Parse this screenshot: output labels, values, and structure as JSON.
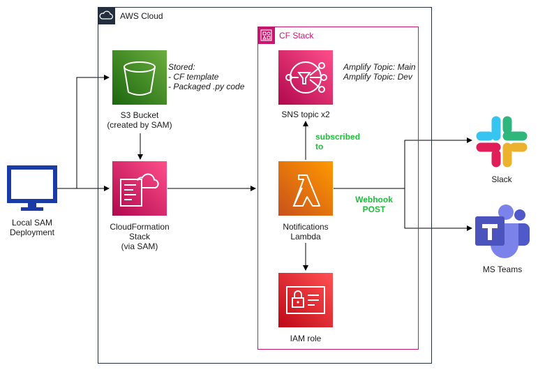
{
  "aws_cloud": {
    "title": "AWS Cloud"
  },
  "cf_stack": {
    "title": "CF Stack"
  },
  "local": {
    "label_line1": "Local SAM",
    "label_line2": "Deployment"
  },
  "s3": {
    "label_line1": "S3 Bucket",
    "label_line2": "(created by SAM)",
    "note_title": "Stored:",
    "note_line1": "- CF template",
    "note_line2": "- Packaged .py code"
  },
  "cloudformation": {
    "label_line1": "CloudFormation",
    "label_line2": "Stack",
    "label_line3": "(via SAM)"
  },
  "sns": {
    "label": "SNS topic x2",
    "note_line1": "Amplify Topic: Main",
    "note_line2": "Amplify Topic: Dev"
  },
  "lambda": {
    "label_line1": "Notifications",
    "label_line2": "Lambda"
  },
  "iam": {
    "label": "IAM role"
  },
  "edges": {
    "subscribed_line1": "subscribed",
    "subscribed_line2": "to",
    "webhook_line1": "Webhook",
    "webhook_line2": "POST"
  },
  "slack": {
    "label": "Slack"
  },
  "teams": {
    "label": "MS Teams"
  },
  "colors": {
    "s3": "#3f8624",
    "cloudformation": "#e7157b",
    "sns": "#e7157b",
    "lambda": "#ed7100",
    "iam": "#dd344c",
    "monitor": "#1a3aa6",
    "cf_border": "#c7166f",
    "green_text": "#1dbf3a"
  },
  "icons": {
    "aws_cloud": "cloud-icon",
    "cf_stack": "stack-group-icon",
    "local": "monitor-icon",
    "s3": "bucket-icon",
    "cloudformation": "cloudformation-icon",
    "sns": "sns-icon",
    "lambda": "lambda-icon",
    "iam": "iam-icon",
    "slack": "slack-icon",
    "teams": "teams-icon"
  }
}
